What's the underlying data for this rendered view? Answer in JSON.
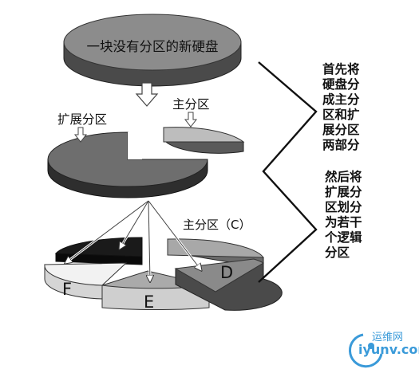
{
  "top_disk": {
    "label": "一块没有分区的新硬盘"
  },
  "middle": {
    "extended_label": "扩展分区",
    "primary_label": "主分区"
  },
  "bottom": {
    "primary_c_label": "主分区（C）",
    "letters": {
      "d": "D",
      "e": "E",
      "f": "F"
    }
  },
  "notes": {
    "first": "首先将\n硬盘分\n成主分\n区和扩\n展分区\n两部分",
    "second": "然后将\n扩展分\n区划分\n为若干\n个逻辑\n分区"
  },
  "watermark": {
    "cn": "运维网",
    "en": "iyunv.com"
  }
}
